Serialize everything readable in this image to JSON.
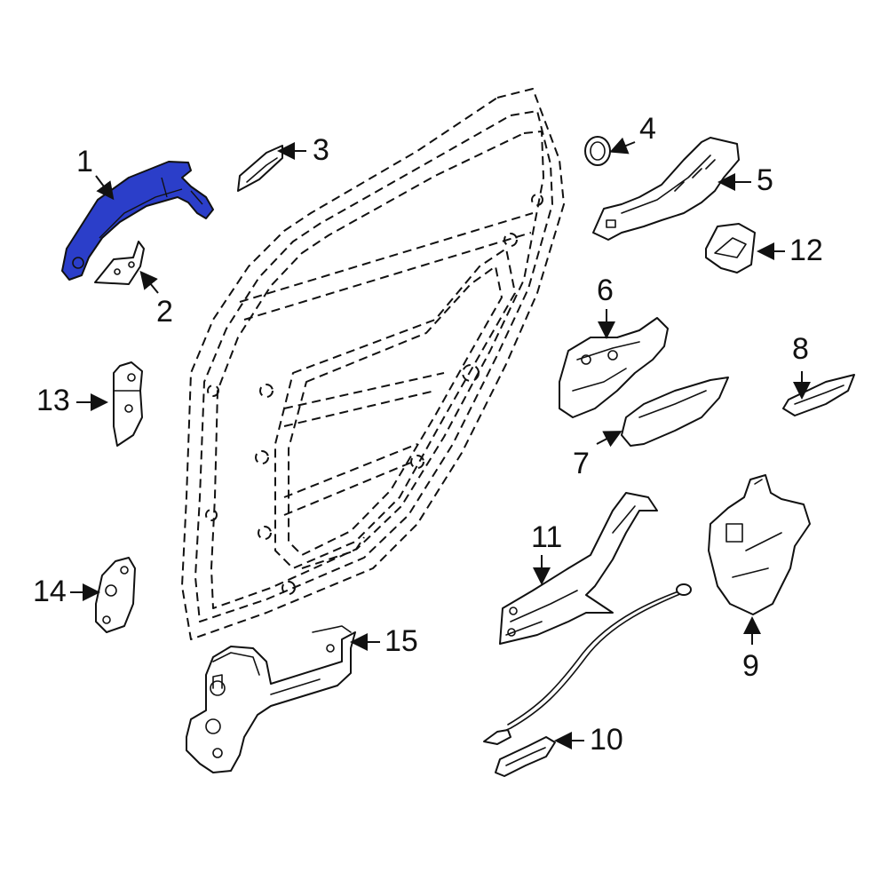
{
  "colors": {
    "highlight": "#2b3ec9",
    "line": "#111111",
    "background": "#ffffff"
  },
  "callouts": {
    "c1": "1",
    "c2": "2",
    "c3": "3",
    "c4": "4",
    "c5": "5",
    "c6": "6",
    "c7": "7",
    "c8": "8",
    "c9": "9",
    "c10": "10",
    "c11": "11",
    "c12": "12",
    "c13": "13",
    "c14": "14",
    "c15": "15"
  }
}
